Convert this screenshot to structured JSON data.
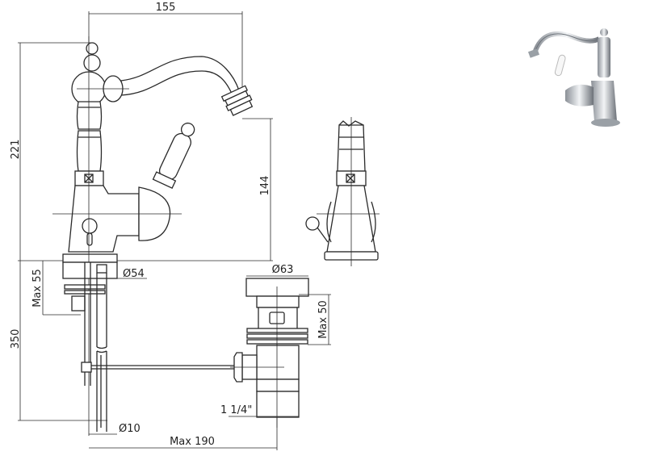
{
  "drawing": {
    "dimensions": {
      "spout_reach": "155",
      "total_height": "221",
      "spout_height": "144",
      "max_deck_thickness": "Max 55",
      "base_diameter": "Ø54",
      "waste_cap_diameter": "Ø63",
      "waste_max_height": "Max 50",
      "rod_length": "350",
      "waste_thread": "1 1/4\"",
      "rod_diameter": "Ø10",
      "waste_max_distance": "Max 190"
    },
    "views": [
      "front-elevation",
      "side-elevation",
      "pop-up-waste",
      "product-photo"
    ]
  }
}
